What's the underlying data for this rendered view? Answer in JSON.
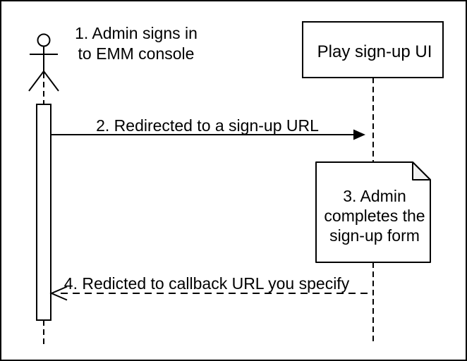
{
  "colors": {
    "stroke": "#000000",
    "background": "#ffffff",
    "note_fold_fill": "#f2f2f2"
  },
  "diagram": {
    "type": "uml-sequence",
    "participants": [
      {
        "id": "admin",
        "kind": "actor",
        "label": ""
      },
      {
        "id": "play-signup-ui",
        "kind": "object",
        "label": "Play sign-up UI"
      }
    ],
    "messages": [
      {
        "step": 1,
        "kind": "annotation",
        "text": "1. Admin signs in\nto EMM console"
      },
      {
        "step": 2,
        "kind": "solid-arrow",
        "from": "admin",
        "to": "play-signup-ui",
        "text": "2. Redirected to a sign-up URL"
      },
      {
        "step": 3,
        "kind": "note",
        "text": "3. Admin\ncompletes the\nsign-up form"
      },
      {
        "step": 4,
        "kind": "dashed-return-arrow",
        "from": "play-signup-ui",
        "to": "admin",
        "text": "4. Redicted to callback URL you specify"
      }
    ]
  }
}
